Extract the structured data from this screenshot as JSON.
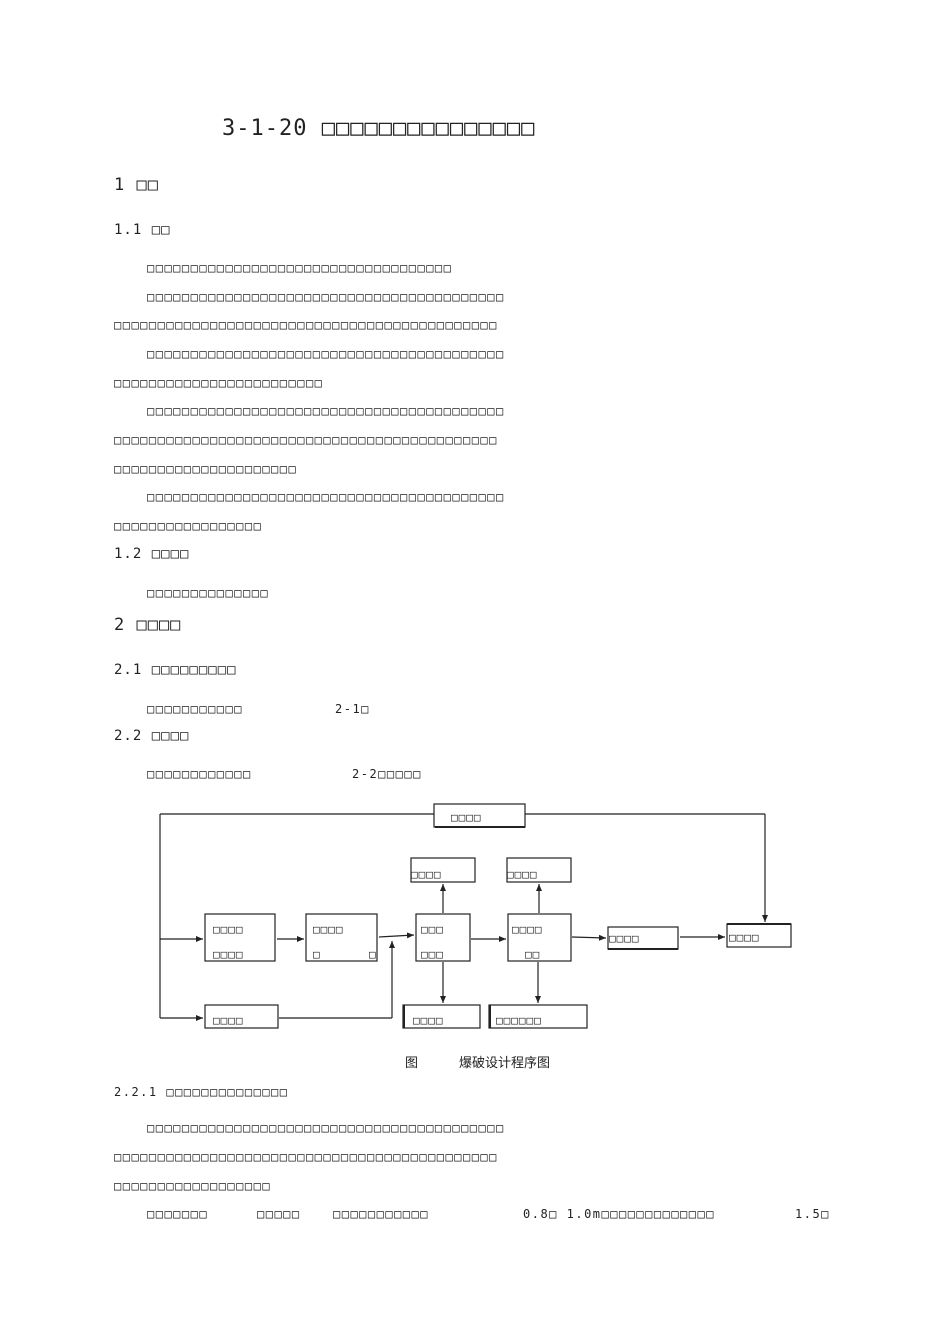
{
  "title": "3-1-20 □□□□□□□□□□□□□□□",
  "s1": {
    "heading": "1 □□"
  },
  "s11": {
    "heading": "1.1 □□",
    "p1": "□□□□□□□□□□□□□□□□□□□□□□□□□□□□□□□□□□□",
    "p2a": "□□□□□□□□□□□□□□□□□□□□□□□□□□□□□□□□□□□□□□□□□",
    "p2b": "□□□□□□□□□□□□□□□□□□□□□□□□□□□□□□□□□□□□□□□□□□□□",
    "p3a": "□□□□□□□□□□□□□□□□□□□□□□□□□□□□□□□□□□□□□□□□□",
    "p3b": "□□□□□□□□□□□□□□□□□□□□□□□□",
    "p4a": "□□□□□□□□□□□□□□□□□□□□□□□□□□□□□□□□□□□□□□□□□",
    "p4b": "□□□□□□□□□□□□□□□□□□□□□□□□□□□□□□□□□□□□□□□□□□□□",
    "p4c": "□□□□□□□□□□□□□□□□□□□□□",
    "p5a": "□□□□□□□□□□□□□□□□□□□□□□□□□□□□□□□□□□□□□□□□□",
    "p5b": "□□□□□□□□□□□□□□□□□"
  },
  "s12": {
    "heading": "1.2 □□□□",
    "p1": "□□□□□□□□□□□□□□"
  },
  "s2": {
    "heading": "2 □□□□"
  },
  "s21": {
    "heading": "2.1 □□□□□□□□□",
    "p1": "□□□□□□□□□□□",
    "ref": "2-1□"
  },
  "s22": {
    "heading": "2.2 □□□□",
    "p1": "□□□□□□□□□□□□",
    "ref": "2-2□□□□□"
  },
  "diagram": {
    "top": "□□□□",
    "left1a": "□□□□",
    "left1b": "□□□□",
    "box2a": "□□□□",
    "box2b": "□",
    "box2c": "□",
    "box3a": "□□□",
    "box3b": "□□□",
    "box4a": "□□□□",
    "box4b": "□□",
    "up3": "□□□□",
    "up4": "□□□□",
    "right1": "□□□□",
    "right2": "□□□□",
    "bottomleft": "□□□□",
    "down3": "□□□□",
    "down4": "□□□□□□"
  },
  "caption": {
    "label": "图",
    "text": "爆破设计程序图"
  },
  "s221": {
    "heading": "2.2.1 □□□□□□□□□□□□□□",
    "p1a": "□□□□□□□□□□□□□□□□□□□□□□□□□□□□□□□□□□□□□□□□□",
    "p1b": "□□□□□□□□□□□□□□□□□□□□□□□□□□□□□□□□□□□□□□□□□□□□",
    "p1c": "□□□□□□□□□□□□□□□□□□",
    "last1": "□□□□□□□",
    "last2": "□□□□□",
    "last3": "□□□□□□□□□□□",
    "last4": "0.8□ 1.0m□□□□□□□□□□□□□",
    "last5": "1.5□"
  }
}
